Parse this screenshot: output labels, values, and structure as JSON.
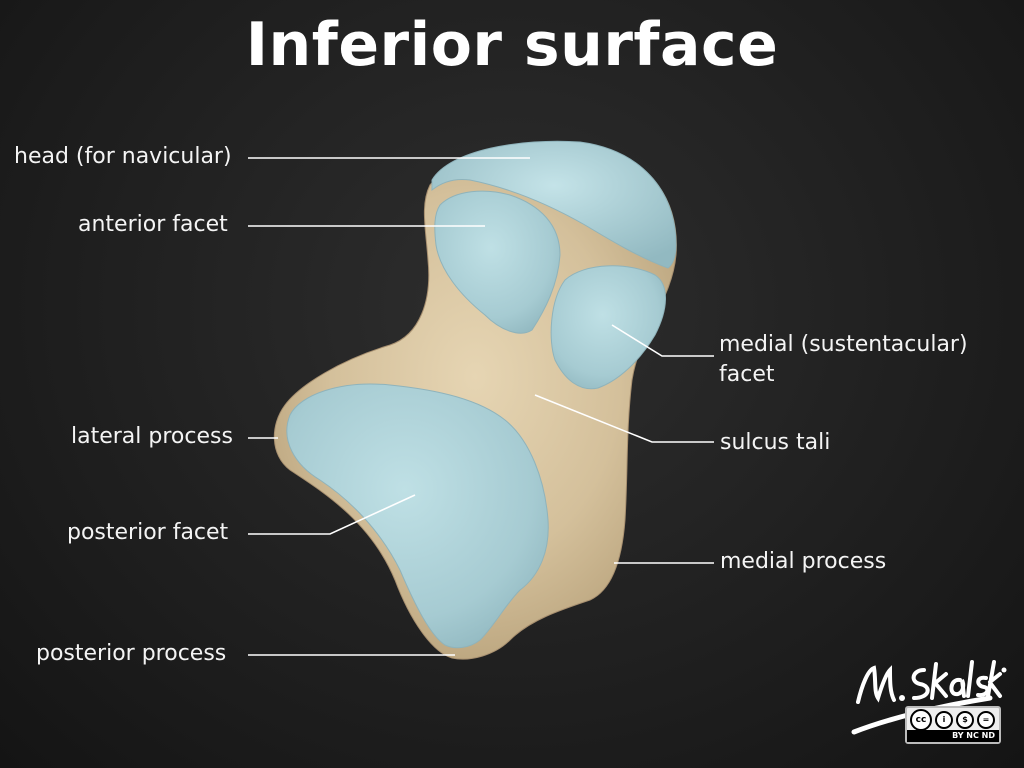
{
  "title": "Inferior surface",
  "labels": {
    "head": "head (for navicular)",
    "anterior_facet": "anterior facet",
    "medial_facet_line1": "medial (sustentacular)",
    "medial_facet_line2": "facet",
    "lateral_process": "lateral process",
    "sulcus_tali": "sulcus tali",
    "posterior_facet": "posterior facet",
    "medial_process": "medial process",
    "posterior_process": "posterior process"
  },
  "signature": "M. Skalski",
  "license": {
    "badge_text": "BY NC ND",
    "icons": [
      "cc-icon",
      "by-icon",
      "nc-icon",
      "nd-icon"
    ]
  },
  "colors": {
    "background": "#1c1c1c",
    "bone": "#d9c6a2",
    "cartilage": "#a9cfd6",
    "text": "#f4f4f4",
    "leader_line": "#ffffff"
  }
}
